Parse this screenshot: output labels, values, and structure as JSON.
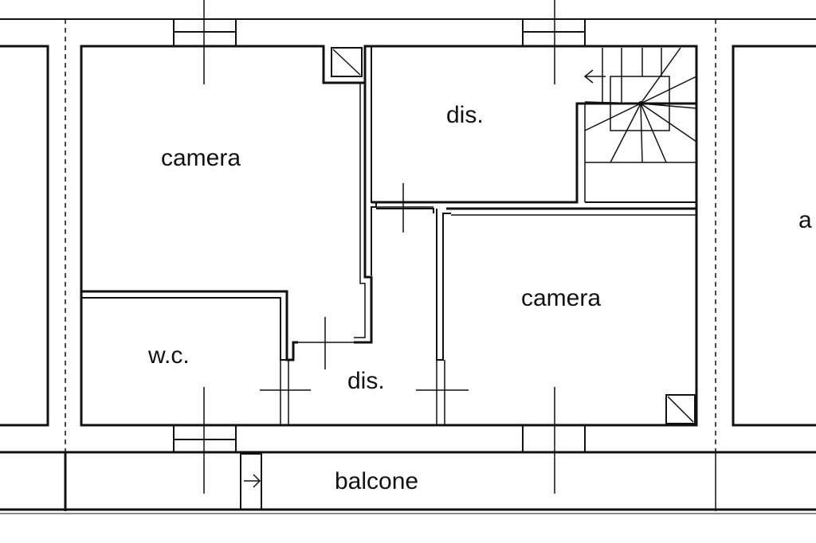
{
  "colors": {
    "background": "#ffffff",
    "line": "#111111"
  },
  "rooms": {
    "camera_left": "camera",
    "dis_top": "dis.",
    "camera_right": "camera",
    "wc": "w.c.",
    "dis_hall": "dis.",
    "balcony": "balcone",
    "neighbor_cut": "a"
  }
}
